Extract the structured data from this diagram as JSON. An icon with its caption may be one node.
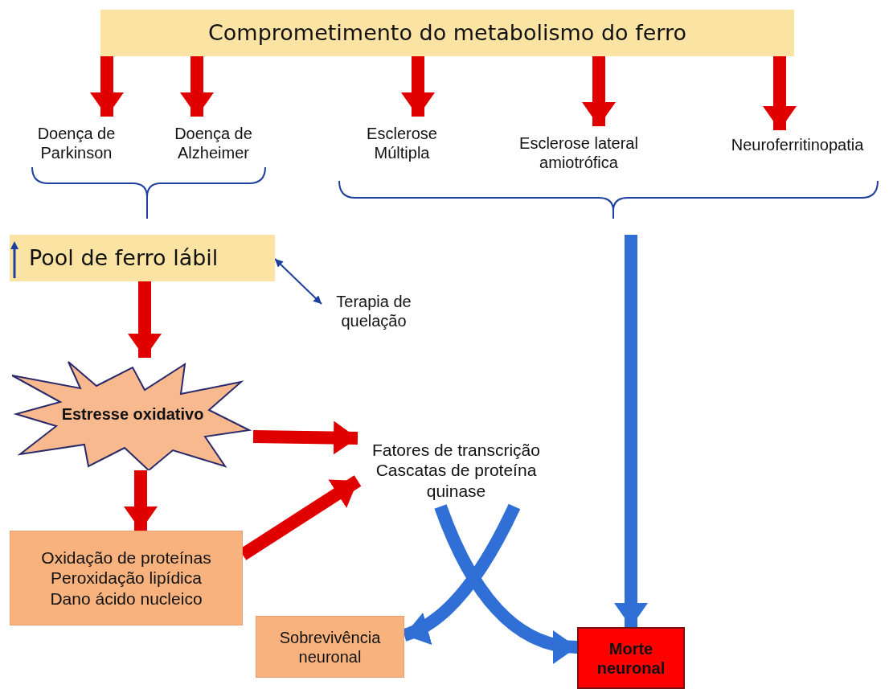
{
  "diagram": {
    "nodes": [
      {
        "text": [
          "Comprometimento do metabolismo do ferro"
        ]
      },
      {
        "text": [
          "Doença de Parkinson"
        ]
      },
      {
        "text": [
          "Doença de Alzheimer"
        ]
      },
      {
        "text": [
          "Esclerose Múltipla"
        ]
      },
      {
        "text": [
          "Esclerose lateral amiotrófica"
        ]
      },
      {
        "text": [
          "Neuroferritinopatia"
        ]
      },
      {
        "text": [
          "Pool de ferro lábil"
        ]
      },
      {
        "text": [
          "Terapia de quelação"
        ]
      },
      {
        "text": [
          "Estresse oxidativo"
        ]
      },
      {
        "text": [
          "Fatores de transcrição",
          "Cascatas de proteína quinase"
        ]
      },
      {
        "text": [
          "Oxidação de proteínas",
          "Peroxidação lipídica",
          "Dano ácido nucleico"
        ]
      },
      {
        "text": [
          "Sobrevivência neuronal"
        ]
      },
      {
        "text": [
          "Morte neuronal"
        ]
      }
    ],
    "edges": [
      {
        "from": 0,
        "to": 1,
        "arrow": "to"
      },
      {
        "from": 0,
        "to": 2,
        "arrow": "to"
      },
      {
        "from": 0,
        "to": 3,
        "arrow": "to"
      },
      {
        "from": 0,
        "to": 4,
        "arrow": "to"
      },
      {
        "from": 0,
        "to": 5,
        "arrow": "to"
      },
      {
        "from": null,
        "to": 12,
        "arrow": "to",
        "color": "#2f6fd6"
      },
      {
        "from": 6,
        "to": 7,
        "arrow": "both",
        "color": "#1f3f9f"
      },
      {
        "from": 6,
        "to": 8,
        "arrow": "to"
      },
      {
        "from": 8,
        "to": 9,
        "arrow": "to"
      },
      {
        "from": 8,
        "to": 10,
        "arrow": "to"
      },
      {
        "from": 10,
        "to": 9,
        "arrow": "to"
      },
      {
        "from": 9,
        "to": 11,
        "arrow": "to",
        "color": "#2f6fd6"
      },
      {
        "from": 9,
        "to": 12,
        "arrow": "to",
        "color": "#2f6fd6"
      }
    ]
  }
}
